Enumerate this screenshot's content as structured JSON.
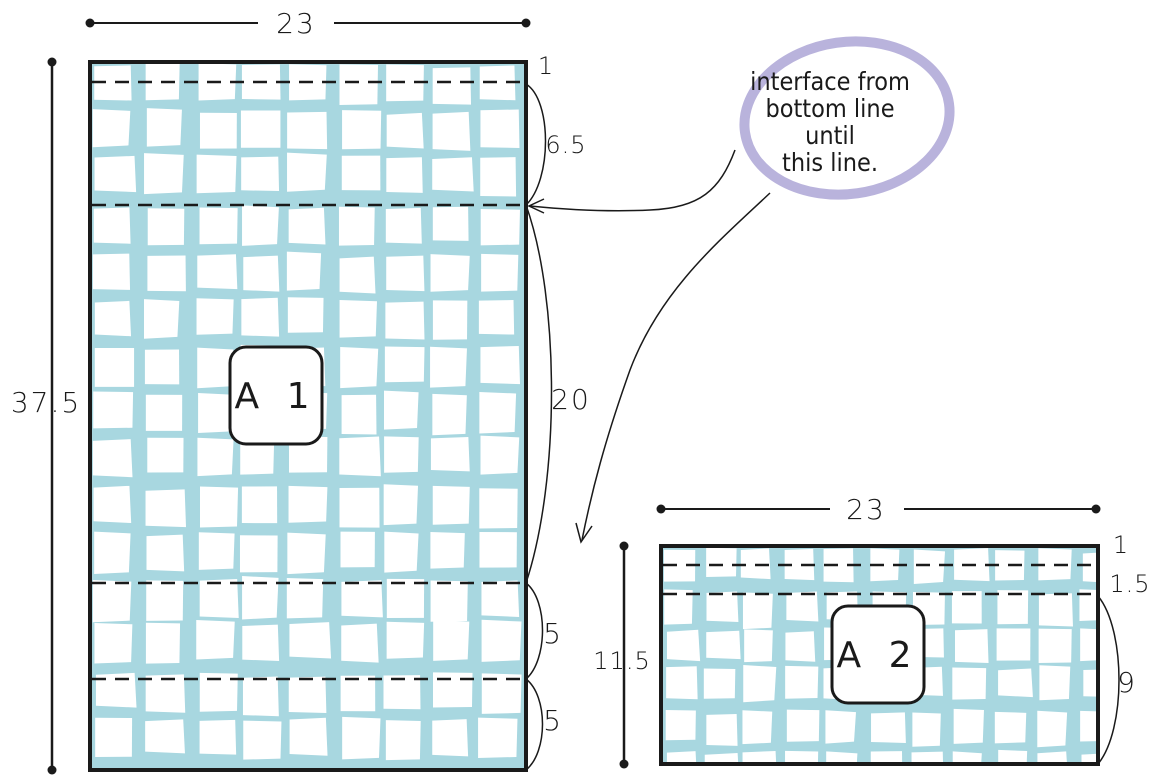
{
  "piece_a1": {
    "label": "A 1",
    "width": "23",
    "height": "37.5",
    "seg_top": "1",
    "seg_interface": "6.5",
    "seg_middle": "20",
    "seg_lower_1": "5",
    "seg_lower_2": "5"
  },
  "piece_a2": {
    "label": "A 2",
    "width": "23",
    "height": "11.5",
    "seg_top": "1",
    "seg_second": "1.5",
    "seg_bottom": "9"
  },
  "note": {
    "lines": [
      "interface from",
      "bottom line",
      "until",
      "this line."
    ]
  },
  "colors": {
    "fabric": "#a8d7e0",
    "grid_gap": "#ffffff",
    "outline": "#1a1a1a",
    "note_circle": "#b9b3dc"
  }
}
